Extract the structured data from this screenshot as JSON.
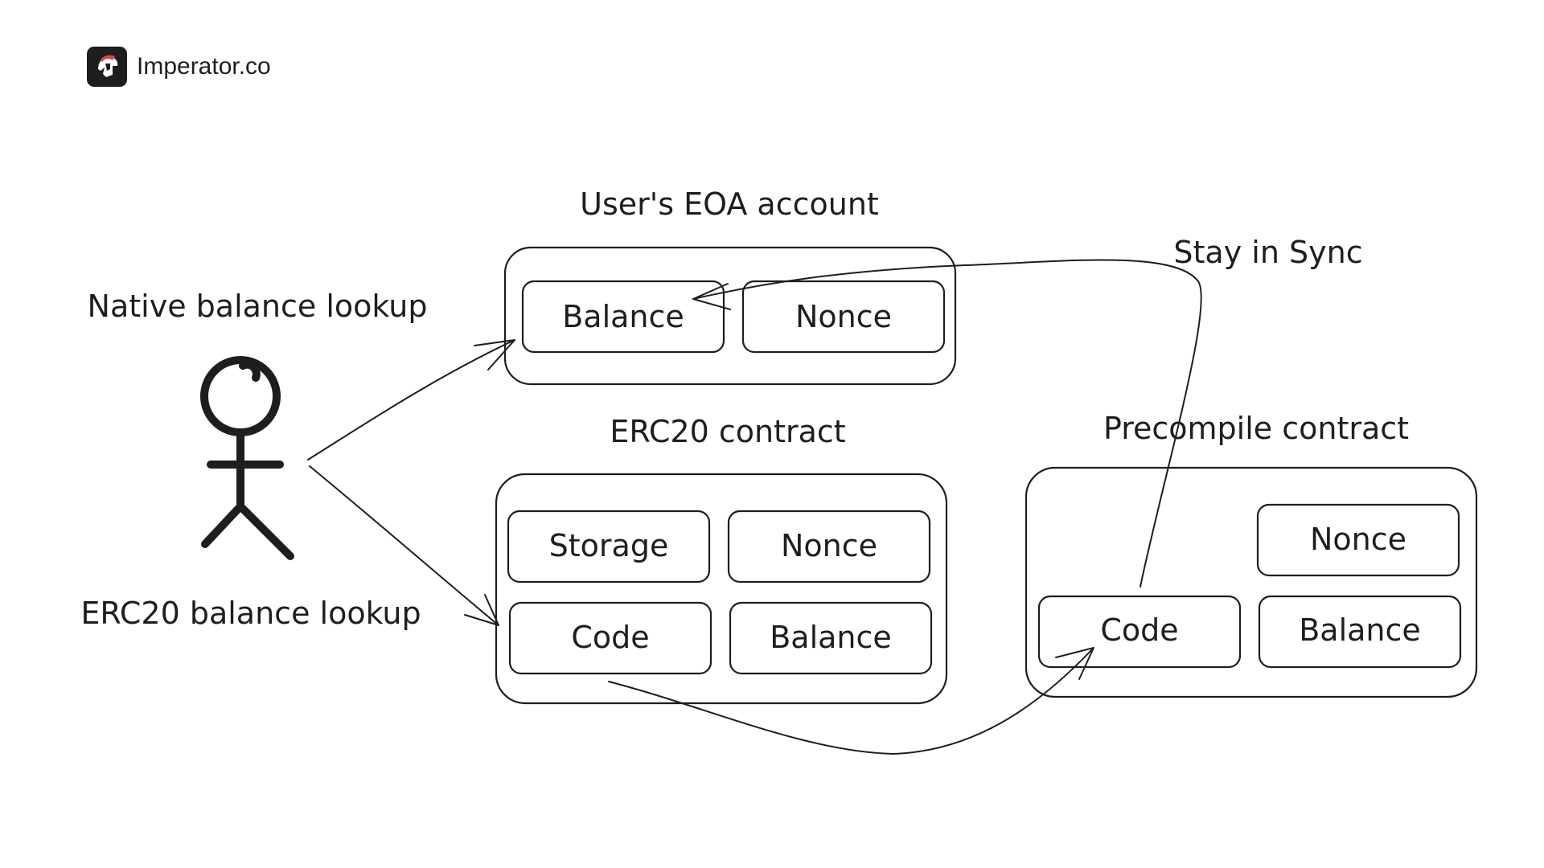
{
  "brand": {
    "name": "Imperator.co",
    "logo_icon": "spartan-helmet-icon",
    "logo_bg": "#1e1e1e",
    "logo_accent": "#d64545"
  },
  "diagram": {
    "user_icon": "stick-figure-icon",
    "labels": {
      "native_lookup": "Native balance lookup",
      "erc20_lookup": "ERC20 balance lookup",
      "eoa_title": "User's EOA account",
      "erc20_title": "ERC20 contract",
      "precompile_title": "Precompile contract",
      "sync": "Stay in Sync"
    },
    "eoa": {
      "balance": "Balance",
      "nonce": "Nonce"
    },
    "erc20": {
      "storage": "Storage",
      "nonce": "Nonce",
      "code": "Code",
      "balance": "Balance"
    },
    "precompile": {
      "nonce": "Nonce",
      "code": "Code",
      "balance": "Balance"
    }
  }
}
